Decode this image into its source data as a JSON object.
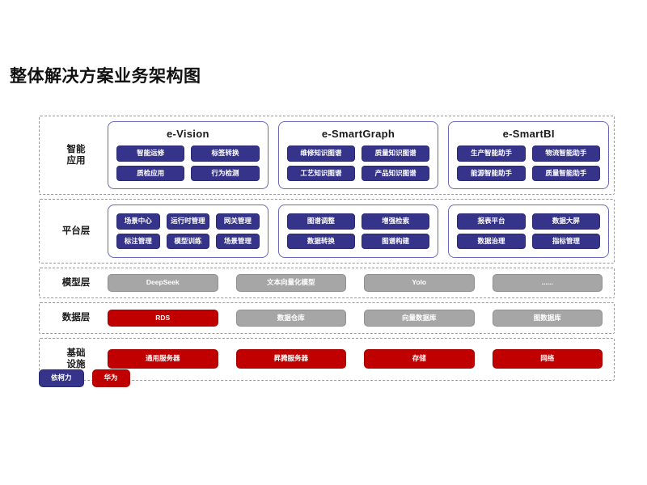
{
  "page": {
    "title": "整体解决方案业务架构图"
  },
  "layers": [
    {
      "label": "智能\n应用",
      "label_lines": [
        "智能",
        "应用"
      ],
      "type": "grouped",
      "groups": [
        {
          "title": "e-Vision",
          "chips": [
            "智能运修",
            "标签转换",
            "质检应用",
            "行为检测"
          ]
        },
        {
          "title": "e-SmartGraph",
          "chips": [
            "维修知识图谱",
            "质量知识图谱",
            "工艺知识图谱",
            "产品知识图谱"
          ]
        },
        {
          "title": "e-SmartBI",
          "chips": [
            "生产智能助手",
            "物流智能助手",
            "能源智能助手",
            "质量智能助手"
          ]
        }
      ]
    },
    {
      "label_lines": [
        "平台层"
      ],
      "type": "grouped",
      "groups": [
        {
          "title": "",
          "columns": 3,
          "chips": [
            "场景中心",
            "运行时管理",
            "网关管理",
            "标注管理",
            "模型训练",
            "场景管理"
          ]
        },
        {
          "title": "",
          "columns": 2,
          "chips": [
            "图谱调整",
            "增强检索",
            "数据转换",
            "图谱构建"
          ]
        },
        {
          "title": "",
          "columns": 2,
          "chips": [
            "报表平台",
            "数据大屏",
            "数据治理",
            "指标管理"
          ]
        }
      ]
    },
    {
      "label_lines": [
        "模型层"
      ],
      "type": "flat",
      "bars": [
        {
          "text": "DeepSeek",
          "color": "gray"
        },
        {
          "text": "文本向量化模型",
          "color": "gray"
        },
        {
          "text": "Yolo",
          "color": "gray"
        },
        {
          "text": "......",
          "color": "gray"
        }
      ]
    },
    {
      "label_lines": [
        "数据层"
      ],
      "type": "flat",
      "bars": [
        {
          "text": "RDS",
          "color": "red"
        },
        {
          "text": "数据仓库",
          "color": "gray"
        },
        {
          "text": "向量数据库",
          "color": "gray"
        },
        {
          "text": "图数据库",
          "color": "gray"
        }
      ]
    },
    {
      "label_lines": [
        "基础",
        "设施"
      ],
      "type": "flat",
      "bars": [
        {
          "text": "通用服务器",
          "color": "red"
        },
        {
          "text": "昇腾服务器",
          "color": "red"
        },
        {
          "text": "存储",
          "color": "red"
        },
        {
          "text": "网络",
          "color": "red"
        }
      ]
    }
  ],
  "legend": [
    {
      "text": "依柯力",
      "color": "navy"
    },
    {
      "text": "华为",
      "color": "red"
    }
  ],
  "colors": {
    "navy": "#35348a",
    "red": "#c00000",
    "gray": "#a6a6a6",
    "card_border": "#6a68b8",
    "layer_border": "#9a9a9a"
  }
}
